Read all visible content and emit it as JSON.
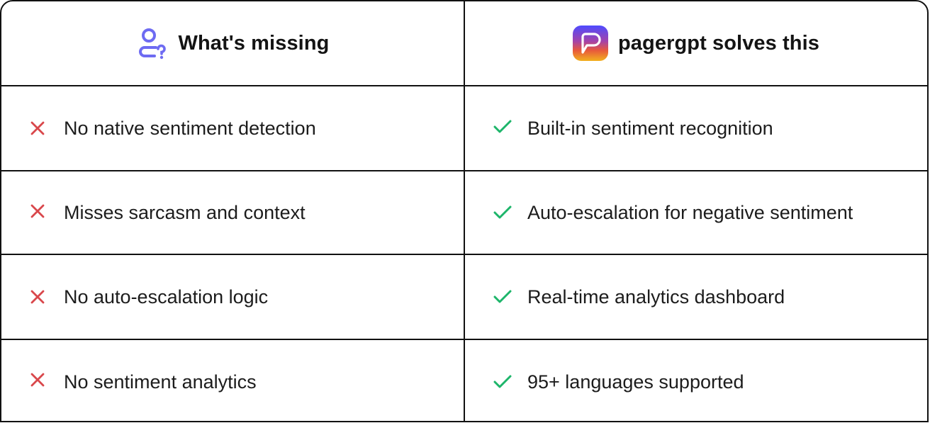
{
  "header": {
    "left": {
      "label": "What's missing",
      "icon": "user-question-icon",
      "icon_color": "#6E6BF2"
    },
    "right": {
      "label": "pagergpt solves this",
      "icon": "pagergpt-logo-icon"
    }
  },
  "rows": [
    {
      "missing": "No native sentiment detection",
      "solution": "Built-in sentiment recognition"
    },
    {
      "missing": "Misses sarcasm and context",
      "solution": "Auto-escalation for negative sentiment"
    },
    {
      "missing": "No auto-escalation logic",
      "solution": "Real-time analytics dashboard"
    },
    {
      "missing": "No sentiment analytics",
      "solution": "95+ languages supported"
    }
  ],
  "icons": {
    "cross": {
      "name": "x-mark-icon",
      "color": "#D9474B"
    },
    "check": {
      "name": "check-mark-icon",
      "color": "#1DB56A"
    }
  },
  "colors": {
    "border": "#111111",
    "text": "#1C1C1C",
    "logo_gradient": [
      "#4E4BFF",
      "#C4408A",
      "#E8583C",
      "#F2B01E"
    ]
  }
}
